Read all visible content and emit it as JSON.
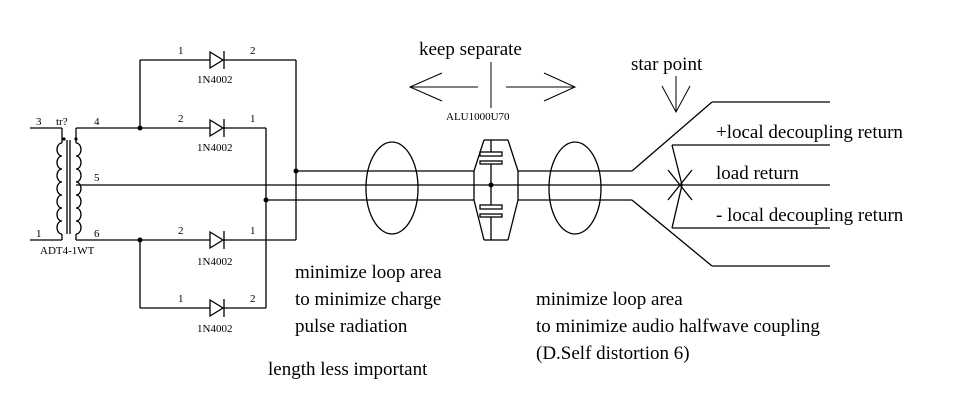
{
  "transformer": {
    "ref": "tr?",
    "part": "ADT4-1WT",
    "pins": {
      "p3": "3",
      "p1": "1",
      "p4": "4",
      "p5": "5",
      "p6": "6"
    }
  },
  "diodes": [
    {
      "part": "1N4002",
      "pin_a": "1",
      "pin_b": "2"
    },
    {
      "part": "1N4002",
      "pin_a": "2",
      "pin_b": "1"
    },
    {
      "part": "1N4002",
      "pin_a": "2",
      "pin_b": "1"
    },
    {
      "part": "1N4002",
      "pin_a": "1",
      "pin_b": "2"
    }
  ],
  "capacitor": {
    "part": "ALU1000U70"
  },
  "labels": {
    "keep_separate": "keep separate",
    "star_point": "star point",
    "plus_local": "+local decoupling return",
    "load_return": "load return",
    "minus_local": "- local decoupling return",
    "left_loop_1": "minimize loop area",
    "left_loop_2": "to minimize charge",
    "left_loop_3": "pulse radiation",
    "length": "length less important",
    "right_loop_1": "minimize loop area",
    "right_loop_2": "to minimize audio halfwave coupling",
    "right_loop_3": "(D.Self distortion 6)"
  },
  "colors": {
    "ink": "#000000",
    "background": "#ffffff"
  }
}
